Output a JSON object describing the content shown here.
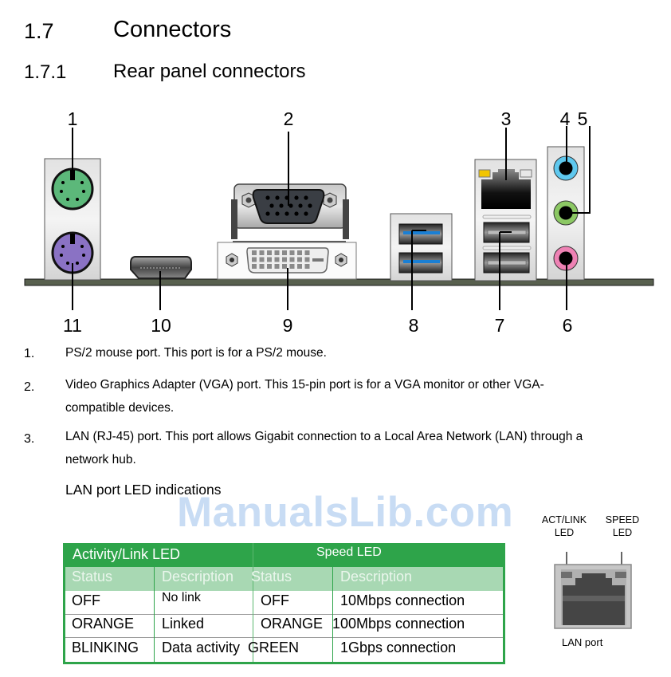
{
  "section": {
    "number": "1.7",
    "title": "Connectors"
  },
  "subsection": {
    "number": "1.7.1",
    "title": "Rear panel connectors"
  },
  "diagram": {
    "callouts_top": [
      "1",
      "2",
      "3",
      "4",
      "5"
    ],
    "callouts_bottom": [
      "11",
      "10",
      "9",
      "8",
      "7",
      "6"
    ],
    "ports": [
      {
        "id": "1",
        "name": "PS/2 mouse port",
        "color": "#5cb87a"
      },
      {
        "id": "2",
        "name": "VGA port"
      },
      {
        "id": "3",
        "name": "LAN (RJ-45) port"
      },
      {
        "id": "4",
        "name": "Audio jack",
        "color": "#5fc8ee"
      },
      {
        "id": "5",
        "name": "Audio jack",
        "color": "#8cc864"
      },
      {
        "id": "6",
        "name": "Audio jack",
        "color": "#ee82b4"
      },
      {
        "id": "7",
        "name": "USB 2.0 ports"
      },
      {
        "id": "8",
        "name": "USB 3.0 ports",
        "color": "#1a7fd4"
      },
      {
        "id": "9",
        "name": "DVI-D port"
      },
      {
        "id": "10",
        "name": "HDMI port"
      },
      {
        "id": "11",
        "name": "PS/2 keyboard port",
        "color": "#8a72c4"
      }
    ]
  },
  "list": [
    {
      "num": "1.",
      "text": "PS/2 mouse port. This port is for a PS/2 mouse."
    },
    {
      "num": "2.",
      "text": "Video Graphics Adapter (VGA) port. This 15-pin port is for a VGA monitor or other VGA-compatible devices."
    },
    {
      "num": "3.",
      "text": "LAN (RJ-45) port. This port allows Gigabit connection to a Local Area Network (LAN) through a network hub."
    }
  ],
  "led_section": {
    "title": "LAN port LED indications",
    "watermark": "ManualsLib.com",
    "table": {
      "groups": [
        "Activity/Link LED",
        "Speed LED"
      ],
      "columns": [
        "Status",
        "Description",
        "Status",
        "Description"
      ],
      "rows": [
        [
          "OFF",
          "No link",
          "OFF",
          "10Mbps connection"
        ],
        [
          "ORANGE",
          "Linked",
          "ORANGE",
          "100Mbps connection"
        ],
        [
          "BLINKING",
          "Data activity",
          "GREEN",
          "1Gbps connection"
        ]
      ],
      "colors": {
        "border": "#2ea44a",
        "header_band": "#a8d8b3"
      }
    },
    "lan_figure": {
      "act_link_label": "ACT/LINK\nLED",
      "act_link_line1": "ACT/LINK",
      "act_link_line2": "LED",
      "speed_line1": "SPEED",
      "speed_line2": "LED",
      "caption": "LAN port"
    }
  }
}
